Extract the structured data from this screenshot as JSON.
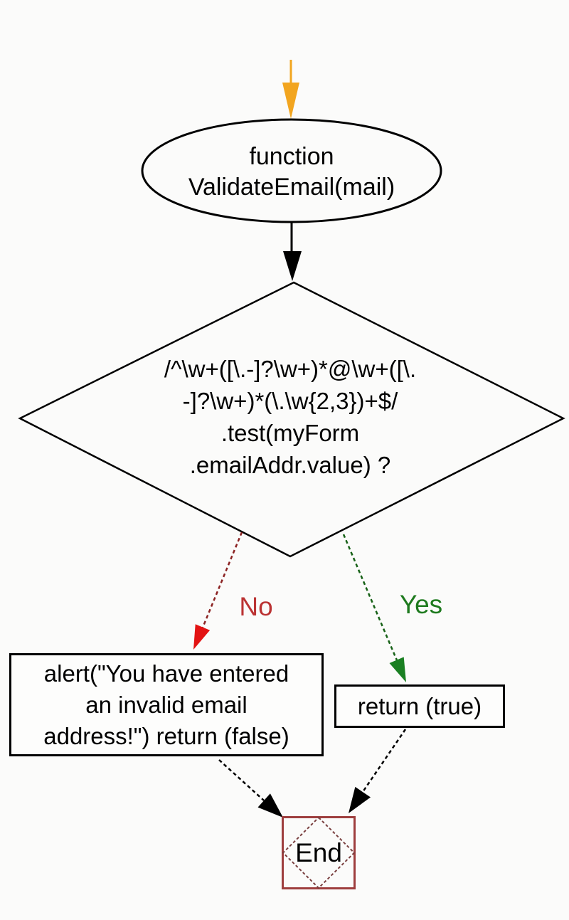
{
  "flowchart": {
    "start": {
      "shape": "ellipse",
      "text": "function\nValidateEmail(mail)"
    },
    "decision": {
      "shape": "diamond",
      "text": "/^\\w+([\\.-]?\\w+)*@\\w+([\\.\n-]?\\w+)*(\\.\\w{2,3})+$/\n.test(myForm\n.emailAddr.value) ?"
    },
    "branch_no": {
      "label": "No"
    },
    "branch_yes": {
      "label": "Yes"
    },
    "invalid_action": {
      "shape": "rectangle",
      "text": "alert(\"You have entered\nan invalid email\naddress!\") return (false)"
    },
    "valid_action": {
      "shape": "rectangle",
      "text": "return (true)"
    },
    "end": {
      "shape": "square-with-diamond",
      "text": "End"
    },
    "colors": {
      "background": "#fbfbfa",
      "shape_border": "#000000",
      "text": "#000000",
      "entry_arrow": "#f2a51f",
      "connector": "#000000",
      "no_line": "#8b2222",
      "no_arrowhead": "#e31313",
      "no_label": "#bb3333",
      "yes_line": "#166116",
      "yes_arrowhead": "#1a8022",
      "yes_label": "#1e7a1e",
      "end_box_border": "#9e3e3e",
      "end_inner_diamond": "#7a4040"
    }
  }
}
